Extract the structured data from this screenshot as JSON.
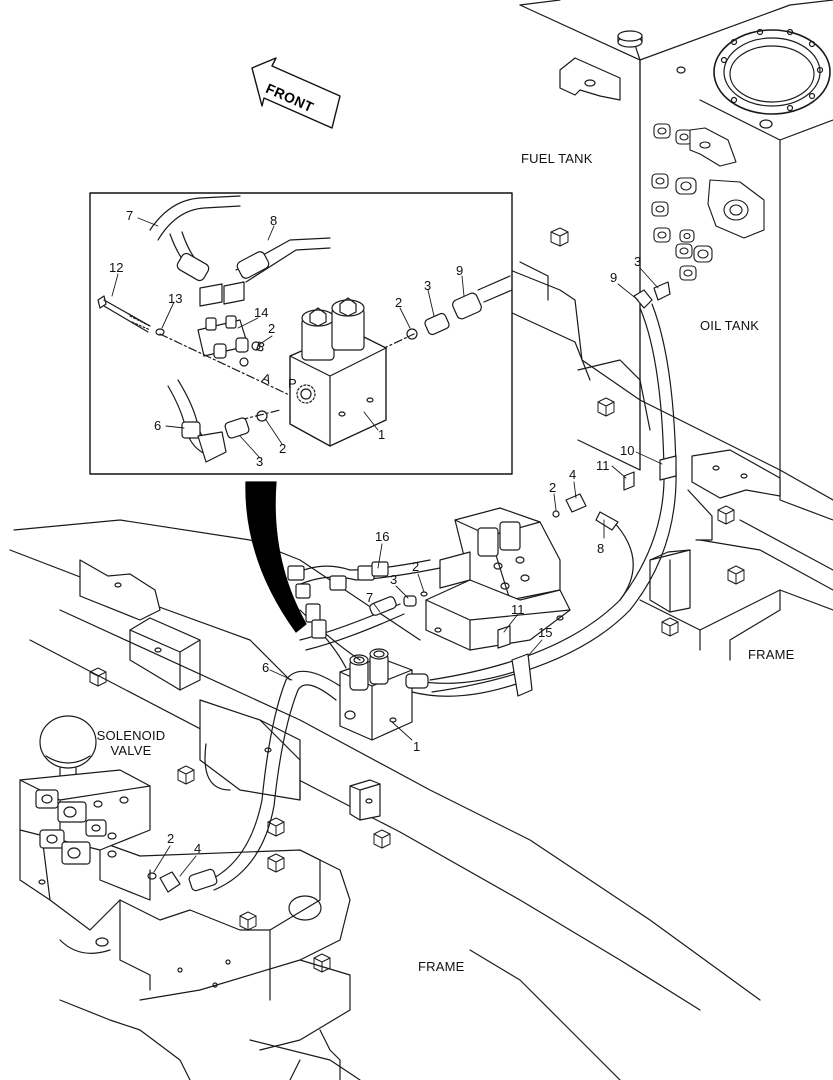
{
  "front_arrow": {
    "label": "FRONT"
  },
  "area_labels": {
    "fuel_tank": "FUEL TANK",
    "oil_tank": "OIL TANK",
    "frame_right": "FRAME",
    "frame_bottom": "FRAME",
    "solenoid_valve_line1": "SOLENOID",
    "solenoid_valve_line2": "VALVE"
  },
  "inset_callouts": {
    "c7": "7",
    "c8": "8",
    "c12": "12",
    "c13": "13",
    "c14": "14",
    "c2a": "2",
    "c3a": "3",
    "c2b": "2",
    "c9": "9",
    "c6": "6",
    "c3b": "3",
    "c2c": "2",
    "c1": "1"
  },
  "inset_port_labels": {
    "a": "A",
    "b": "B",
    "p": "P"
  },
  "main_callouts": {
    "m3": "3",
    "m9": "9",
    "m10": "10",
    "m11a": "11",
    "m4a": "4",
    "m2a": "2",
    "m8": "8",
    "m16": "16",
    "m2b": "2",
    "m3b": "3",
    "m7": "7",
    "m11b": "11",
    "m15": "15",
    "m6": "6",
    "m1": "1",
    "m2c": "2",
    "m4b": "4"
  },
  "colors": {
    "line": "#1a1a1a",
    "bg": "#ffffff",
    "callout_arrow": "#000000"
  }
}
